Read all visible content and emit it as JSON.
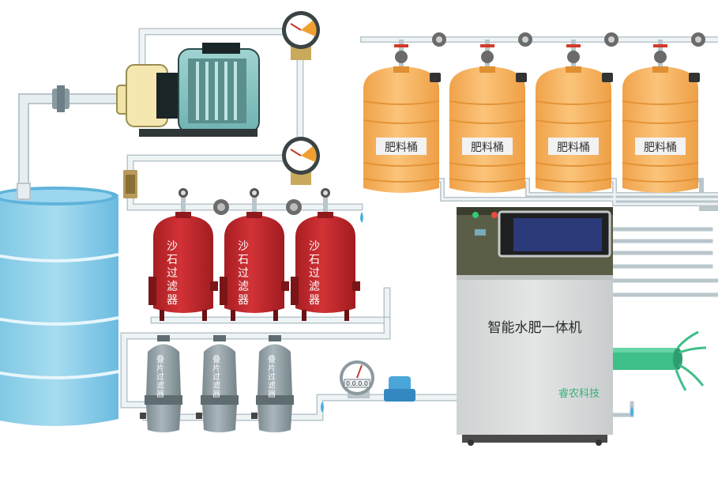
{
  "diagram": {
    "machine": {
      "title": "智能水肥一体机",
      "brand": "睿农科技"
    },
    "fertilizer_tank_label": "肥料桶",
    "sand_filter_label": [
      "沙",
      "石",
      "过",
      "滤",
      "器"
    ],
    "disc_filter_label": [
      "叠",
      "片",
      "过",
      "滤",
      "器"
    ],
    "flow_meter_reading": "0.0.0.0"
  },
  "colors": {
    "water": "#8ccfe8",
    "pipe": "#e7eef1",
    "pipe_edge": "#b9c6cc",
    "fertilizer_tank": "#f6b25a",
    "sand_filter": "#c42a2e",
    "disc_filter": "#8b9aa0",
    "machine_panel": "#4b4f3a",
    "machine_body": "#d9dcdc",
    "output_pipe": "#3fbf8a",
    "brand_text": "#33b07a"
  }
}
